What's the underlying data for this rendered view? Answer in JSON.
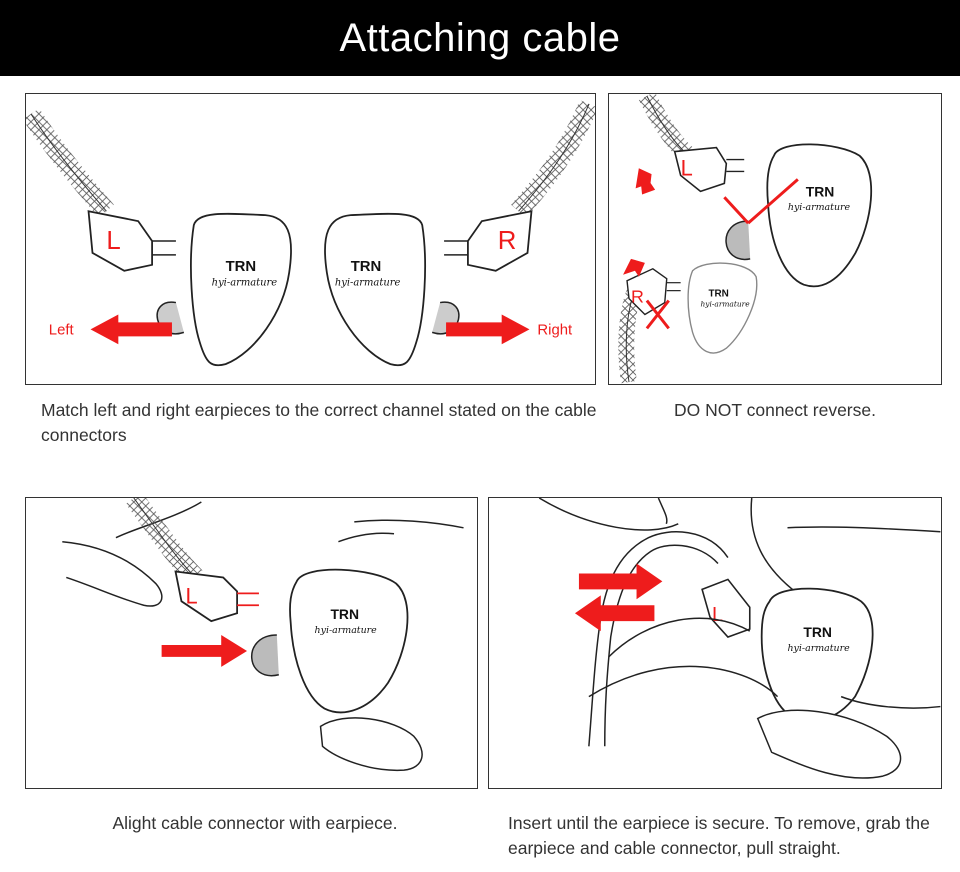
{
  "header": {
    "title": "Attaching cable"
  },
  "colors": {
    "accent_red": "#ee1c1c",
    "header_bg": "#000000",
    "outline": "#222222"
  },
  "panels": [
    {
      "labels": {
        "left": "Left",
        "right": "Right"
      },
      "earpiece_left": {
        "brand": "TRN",
        "model": "hyi-armature"
      },
      "earpiece_right": {
        "brand": "TRN",
        "model": "hyi-armature"
      },
      "connector_left_mark": "L",
      "connector_right_mark": "R"
    },
    {
      "earpiece_main": {
        "brand": "TRN",
        "model": "hyi-armature"
      },
      "earpiece_small": {
        "brand": "TRN",
        "model": "hyi-armature"
      },
      "connector_top_mark": "L",
      "connector_bottom_mark": "R"
    },
    {
      "earpiece": {
        "brand": "TRN",
        "model": "hyi-armature"
      },
      "connector_mark": "L"
    },
    {
      "earpiece": {
        "brand": "TRN",
        "model": "hyi-armature"
      },
      "connector_mark": "L"
    }
  ],
  "captions": {
    "match": "Match left and right earpieces to the correct channel stated on the cable connectors",
    "reverse": "DO NOT connect reverse.",
    "alight": "Alight cable connector with earpiece.",
    "insert": "Insert until the earpiece is secure. To remove, grab the earpiece and cable connector, pull straight."
  }
}
